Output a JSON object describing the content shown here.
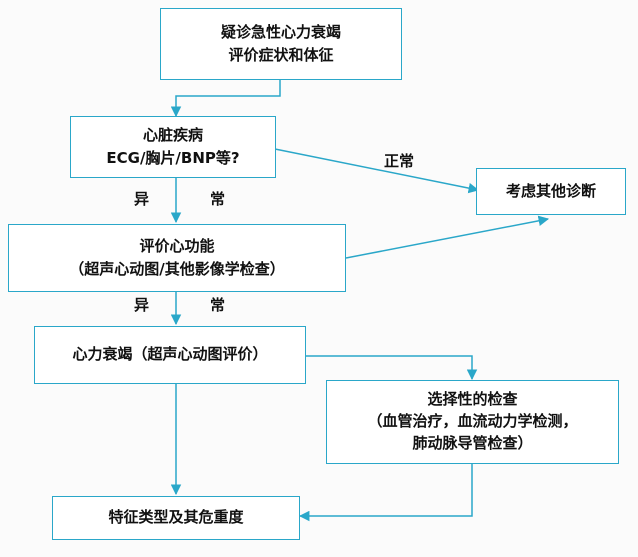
{
  "flowchart": {
    "boxes": {
      "suspect": {
        "line1": "疑诊急性心力衰竭",
        "line2": "评价症状和体征"
      },
      "heart_disease": {
        "line1": "心脏疾病",
        "line2": "ECG/胸片/BNP等?"
      },
      "other_diagnosis": {
        "line1": "考虑其他诊断"
      },
      "cardiac_function": {
        "line1": "评价心功能",
        "line2": "（超声心动图/其他影像学检查）"
      },
      "heart_failure": {
        "line1": "心力衰竭（超声心动图评价）"
      },
      "selective_exam": {
        "line1": "选择性的检查",
        "line2": "（血管治疗，血流动力学检测，",
        "line3": "肺动脉导管检查）"
      },
      "severity": {
        "line1": "特征类型及其危重度"
      }
    },
    "labels": {
      "normal": "正常",
      "abnormal_1_a": "异",
      "abnormal_1_b": "常",
      "abnormal_2_a": "异",
      "abnormal_2_b": "常"
    },
    "line_color": "#2aa7c9"
  }
}
